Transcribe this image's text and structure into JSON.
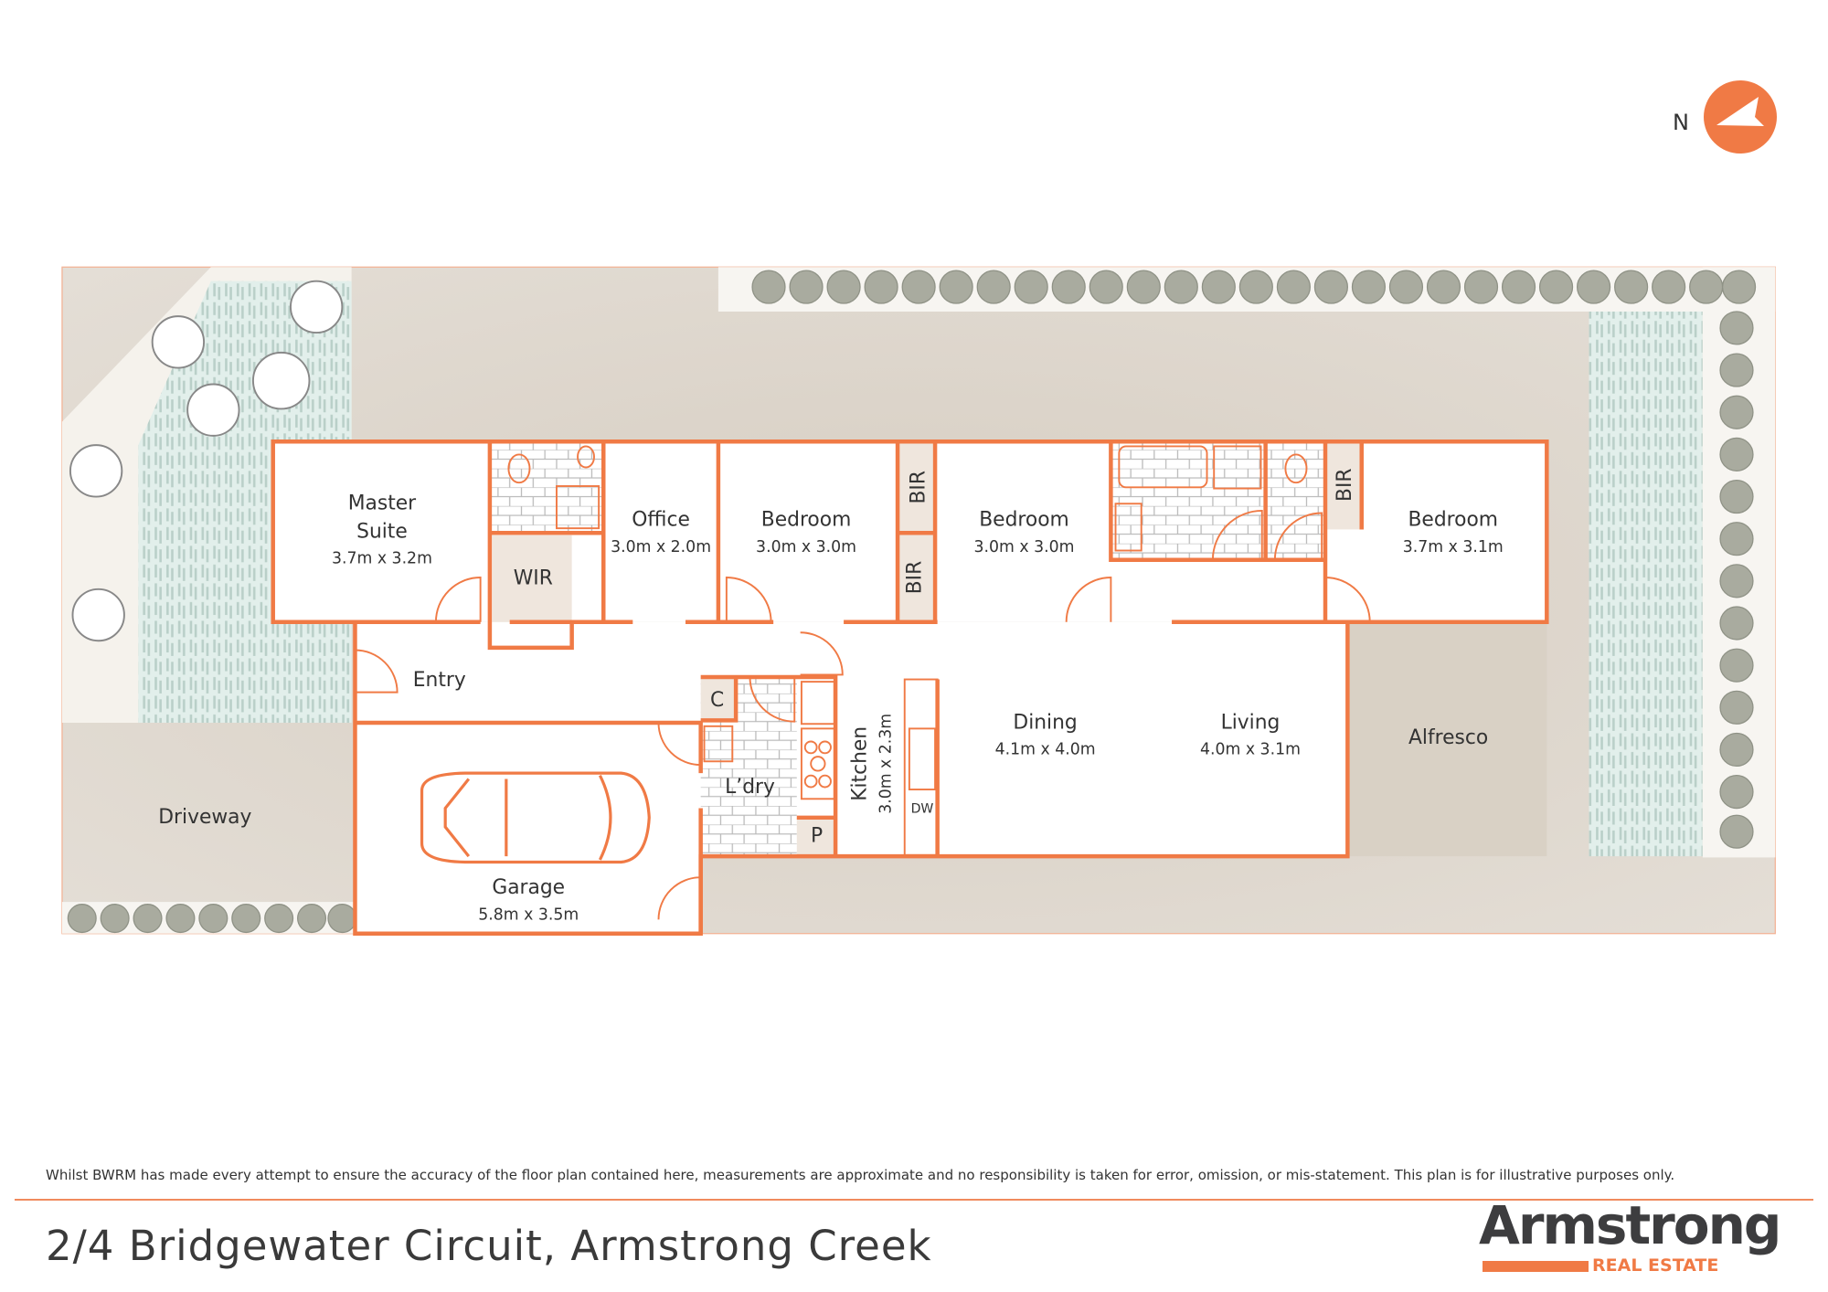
{
  "compass": {
    "label": "N",
    "icon": "north-arrow-icon"
  },
  "rooms": {
    "master": {
      "name_line1": "Master",
      "name_line2": "Suite",
      "dims": "3.7m x 3.2m"
    },
    "wir": {
      "name": "WIR"
    },
    "office": {
      "name": "Office",
      "dims": "3.0m x 2.0m"
    },
    "bedroom1": {
      "name": "Bedroom",
      "dims": "3.0m x 3.0m"
    },
    "bir1": {
      "name": "BIR"
    },
    "bir2": {
      "name": "BIR"
    },
    "bedroom2": {
      "name": "Bedroom",
      "dims": "3.0m x 3.0m"
    },
    "bir3": {
      "name": "BIR"
    },
    "bedroom3": {
      "name": "Bedroom",
      "dims": "3.7m x 3.1m"
    },
    "entry": {
      "name": "Entry"
    },
    "cupboard": {
      "name": "C"
    },
    "laundry": {
      "name": "L’dry"
    },
    "pantry": {
      "name": "P"
    },
    "kitchen": {
      "name": "Kitchen",
      "dims": "3.0m x 2.3m"
    },
    "dishwasher": {
      "name": "DW"
    },
    "dining": {
      "name": "Dining",
      "dims": "4.1m x 4.0m"
    },
    "living": {
      "name": "Living",
      "dims": "4.0m x 3.1m"
    },
    "alfresco": {
      "name": "Alfresco"
    },
    "driveway": {
      "name": "Driveway"
    },
    "garage": {
      "name": "Garage",
      "dims": "5.8m x 3.5m"
    }
  },
  "footer": {
    "disclaimer": "Whilst BWRM  has made every attempt to ensure the accuracy of the floor plan contained here, measurements are approximate and no responsibility is taken for error, omission, or mis-statement. This plan is for illustrative purposes only.",
    "address": "2/4 Bridgewater Circuit, Armstrong Creek",
    "logo_word": "Armstrong",
    "logo_sub": "REAL ESTATE"
  },
  "colors": {
    "accent": "#f07a45",
    "concrete": "#ddd6cc",
    "lawn": "#e2efeb",
    "tile": "#efe6dd",
    "text": "#333333"
  }
}
